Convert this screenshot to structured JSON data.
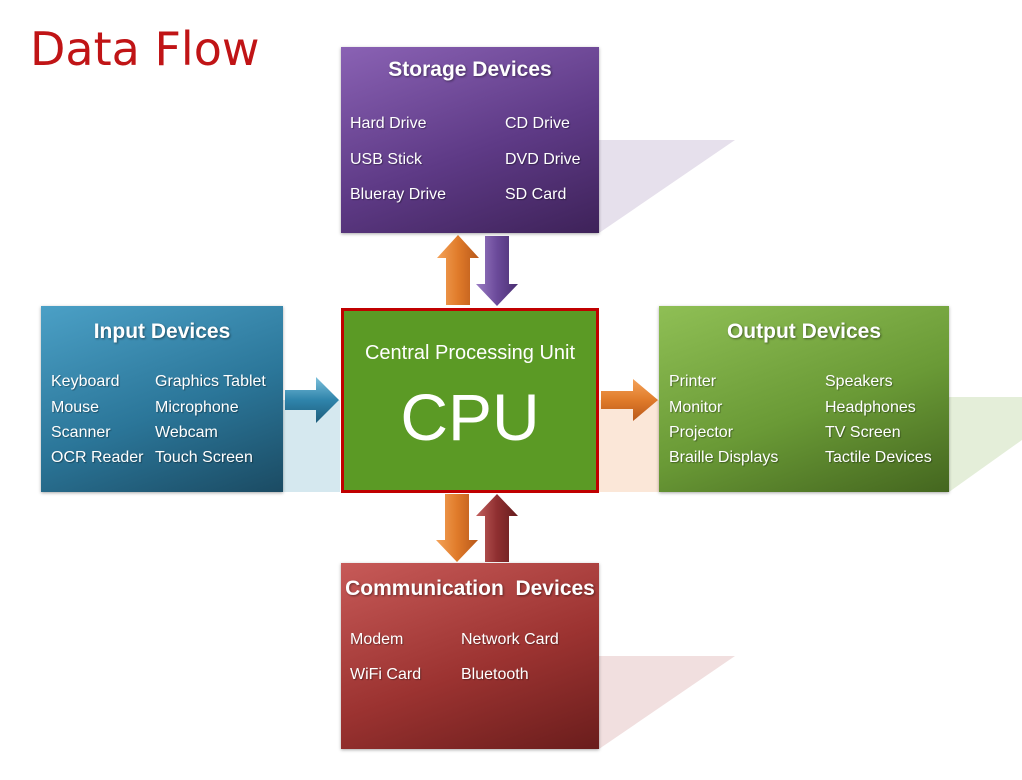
{
  "title": "Data Flow",
  "cpu": {
    "subtitle": "Central Processing Unit",
    "label": "CPU"
  },
  "storage": {
    "title": "Storage Devices",
    "items": [
      "Hard Drive",
      "CD Drive",
      "USB Stick",
      "DVD Drive",
      "Blueray Drive",
      "SD Card"
    ]
  },
  "input": {
    "title": "Input Devices",
    "items": [
      "Keyboard",
      "Graphics Tablet",
      "Mouse",
      "Microphone",
      "Scanner",
      "Webcam",
      "OCR Reader",
      "Touch Screen"
    ]
  },
  "output": {
    "title": "Output Devices",
    "items": [
      "Printer",
      "Speakers",
      "Monitor",
      "Headphones",
      "Projector",
      "TV Screen",
      "Braille Displays",
      "Tactile Devices"
    ]
  },
  "communication": {
    "title": "Communication  Devices",
    "items": [
      "Modem",
      "Network Card",
      "WiFi Card",
      "Bluetooth"
    ]
  },
  "colors": {
    "title": "#c01416",
    "storage": "#5e3a86",
    "input": "#2b7699",
    "output": "#6a9a36",
    "communication": "#9c3331",
    "cpu": "#5b9a25",
    "cpu_border": "#c00000",
    "arrow_orange": "#e07b2a",
    "arrow_purple": "#6b4a9a",
    "arrow_red": "#8f2f30",
    "arrow_blue": "#2f84ab"
  },
  "edges": [
    {
      "from": "cpu",
      "to": "storage"
    },
    {
      "from": "storage",
      "to": "cpu"
    },
    {
      "from": "input",
      "to": "cpu"
    },
    {
      "from": "cpu",
      "to": "output"
    },
    {
      "from": "cpu",
      "to": "communication"
    },
    {
      "from": "communication",
      "to": "cpu"
    }
  ]
}
